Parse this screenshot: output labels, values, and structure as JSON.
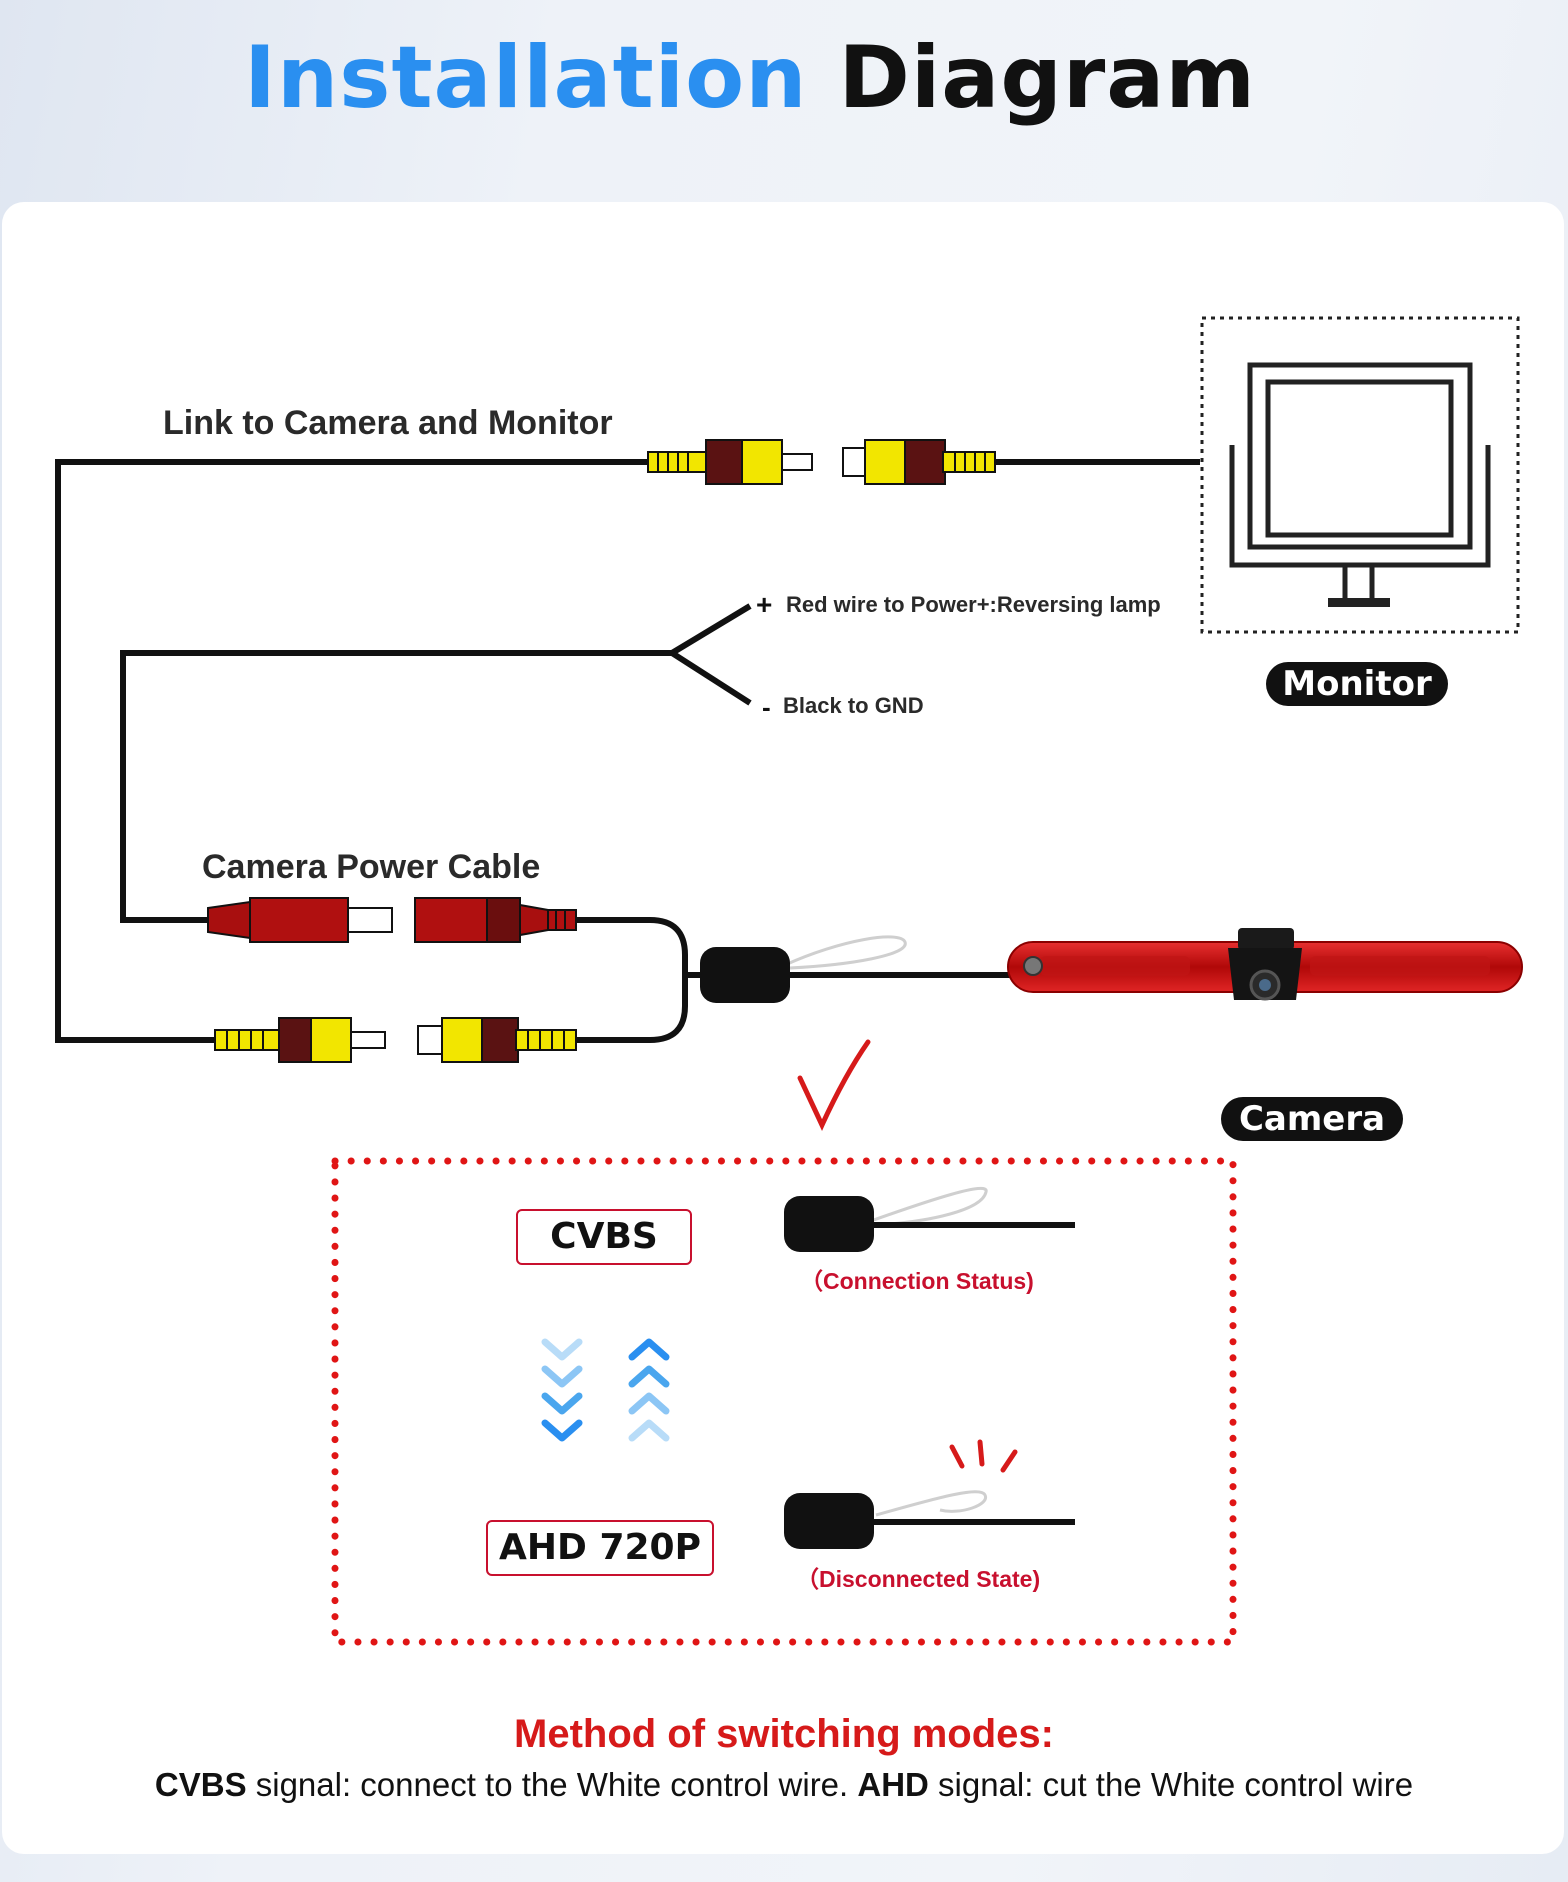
{
  "title": {
    "part1": "Installation",
    "part2": "Diagram"
  },
  "labels": {
    "link": "Link to Camera and Monitor",
    "red_wire": "Red wire to Power+:Reversing lamp",
    "plus": "+",
    "black_wire": "Black to GND",
    "minus": "-",
    "power_cable": "Camera Power Cable",
    "monitor": "Monitor",
    "camera": "Camera"
  },
  "modes": {
    "cvbs": "CVBS",
    "cvbs_state": "（Connection Status)",
    "ahd": "AHD 720P",
    "ahd_state": "（Disconnected State)"
  },
  "method": {
    "title": "Method of switching modes:",
    "desc_b1": "CVBS",
    "desc_t1": " signal: connect to the White control wire. ",
    "desc_b2": "AHD",
    "desc_t2": " signal: cut the White control wire"
  },
  "colors": {
    "accent_blue": "#2a8ff0",
    "rca_yellow": "#f2e600",
    "plug_red": "#b01010",
    "highlight_red": "#d61a1a",
    "wire": "#111111"
  },
  "icons": [
    "monitor-icon",
    "brake-light-camera-icon",
    "rca-connector-icon",
    "power-connector-icon",
    "down-arrows-icon",
    "up-arrows-icon",
    "checkmark-icon"
  ]
}
